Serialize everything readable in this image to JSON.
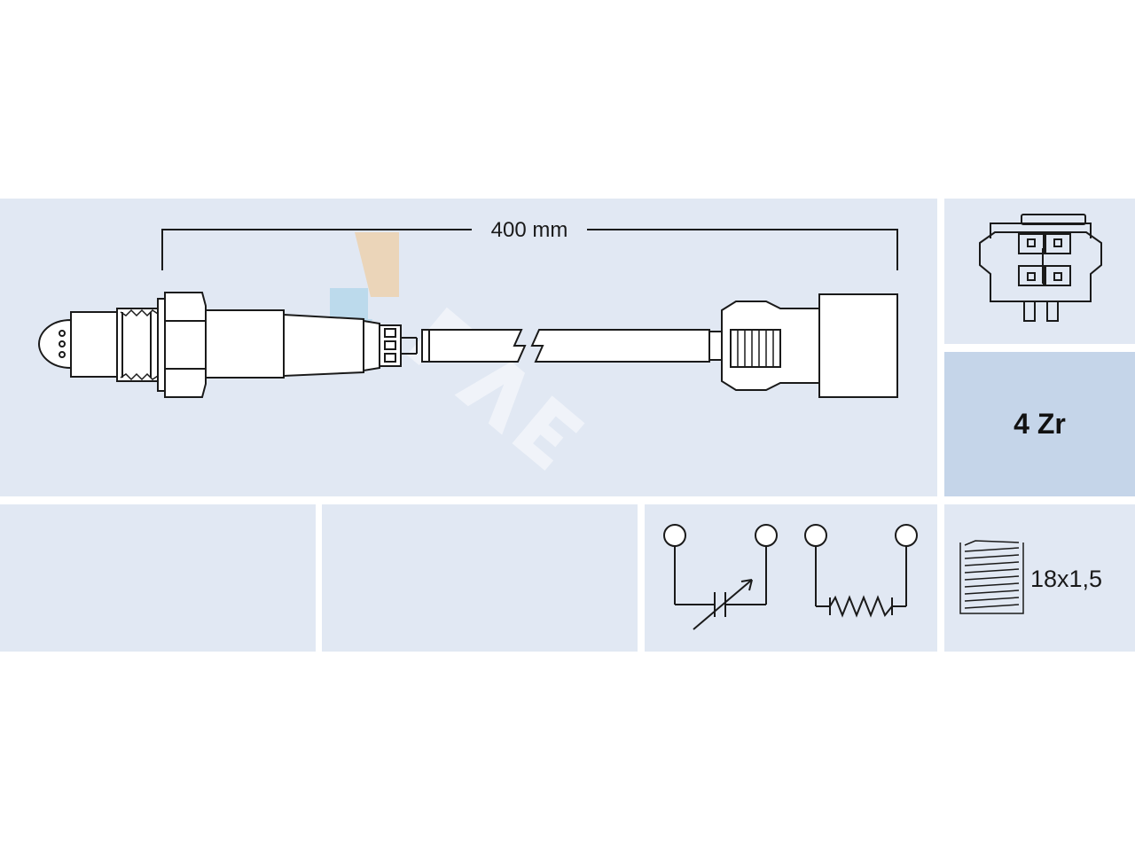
{
  "diagram": {
    "cable_length_label": "400 mm",
    "sensor_type_label": "4 Zr",
    "thread_label": "18x1,5",
    "watermark": "FAE",
    "colors": {
      "panel": "#e1e8f3",
      "panel_accent": "#c5d5e9",
      "line": "#1a1a1a",
      "watermark_orange": "#f4c78a",
      "watermark_blue": "#9fd0e8"
    },
    "icons": [
      "lambda-sensor-icon",
      "connector-pinout-icon",
      "sensor-circuit-icon",
      "heater-circuit-icon",
      "thread-icon"
    ]
  }
}
